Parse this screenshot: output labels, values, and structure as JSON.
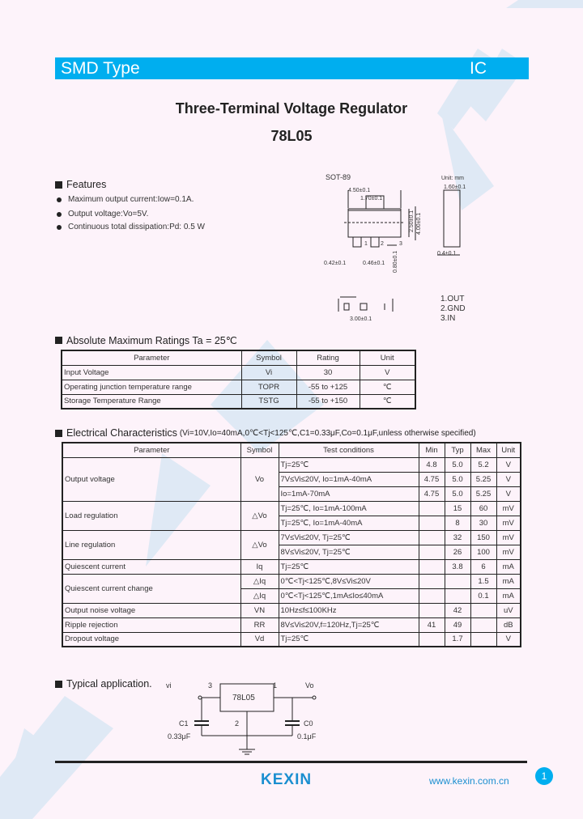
{
  "header": {
    "type_label": "SMD Type",
    "category": "IC",
    "accent": "#00aeef"
  },
  "title": "Three-Terminal Voltage Regulator",
  "part": "78L05",
  "features": {
    "heading": "Features",
    "items": [
      "Maximum output current:Iow=0.1A.",
      "Output voltage:Vo=5V.",
      "Continuous total dissipation:Pd: 0.5 W"
    ]
  },
  "package": {
    "name": "SOT-89",
    "unit": "Unit: mm",
    "dims": [
      "4.50±0.1",
      "1.70±0.1",
      "2.50±0.1",
      "4.00±0.1",
      "1.60±0.1",
      "0.42±0.1",
      "0.46±0.1",
      "0.80±0.1",
      "0.4±0.1",
      "3.00±0.1"
    ],
    "pin_nums": [
      "1",
      "2",
      "3"
    ],
    "pins": [
      "1.OUT",
      "2.GND",
      "3.IN"
    ]
  },
  "abs_max": {
    "heading": "Absolute Maximum Ratings Ta = 25℃",
    "headers": [
      "Parameter",
      "Symbol",
      "Rating",
      "Unit"
    ],
    "rows": [
      [
        "Input Voltage",
        "Vi",
        "30",
        "V"
      ],
      [
        "Operating junction temperature range",
        "TOPR",
        "-55 to +125",
        "℃"
      ],
      [
        "Storage Temperature Range",
        "TSTG",
        "-55 to +150",
        "℃"
      ]
    ]
  },
  "elec": {
    "heading": "Electrical Characteristics",
    "conditions": "(Vi=10V,Io=40mA,0℃<Tj<125℃,C1=0.33μF,Co=0.1μF,unless otherwise specified)",
    "headers": [
      "Parameter",
      "Symbol",
      "Test conditions",
      "Min",
      "Typ",
      "Max",
      "Unit"
    ],
    "groups": [
      {
        "param": "Output voltage",
        "symbol": "Vo",
        "rows": [
          [
            "Tj=25℃",
            "4.8",
            "5.0",
            "5.2",
            "V"
          ],
          [
            "7V≤Vi≤20V, Io=1mA-40mA",
            "4.75",
            "5.0",
            "5.25",
            "V"
          ],
          [
            "Io=1mA-70mA",
            "4.75",
            "5.0",
            "5.25",
            "V"
          ]
        ]
      },
      {
        "param": "Load regulation",
        "symbol": "△Vo",
        "rows": [
          [
            "Tj=25℃, Io=1mA-100mA",
            "",
            "15",
            "60",
            "mV"
          ],
          [
            "Tj=25℃, Io=1mA-40mA",
            "",
            "8",
            "30",
            "mV"
          ]
        ]
      },
      {
        "param": "Line regulation",
        "symbol": "△Vo",
        "rows": [
          [
            "7V≤Vi≤20V, Tj=25℃",
            "",
            "32",
            "150",
            "mV"
          ],
          [
            "8V≤Vi≤20V, Tj=25℃",
            "",
            "26",
            "100",
            "mV"
          ]
        ]
      },
      {
        "param": "Quiescent current",
        "symbol": "Iq",
        "rows": [
          [
            "Tj=25℃",
            "",
            "3.8",
            "6",
            "mA"
          ]
        ]
      },
      {
        "param": "Quiescent current change",
        "symbols": [
          "△Iq",
          "△Iq"
        ],
        "rows": [
          [
            "0℃<Tj<125℃,8V≤Vi≤20V",
            "",
            "",
            "1.5",
            "mA"
          ],
          [
            "0℃<Tj<125℃,1mA≤Io≤40mA",
            "",
            "",
            "0.1",
            "mA"
          ]
        ]
      },
      {
        "param": "Output noise voltage",
        "symbol": "VN",
        "rows": [
          [
            "10Hz≤f≤100KHz",
            "",
            "42",
            "",
            "uV"
          ]
        ]
      },
      {
        "param": "Ripple rejection",
        "symbol": "RR",
        "rows": [
          [
            "8V≤Vi≤20V,f=120Hz,Tj=25℃",
            "41",
            "49",
            "",
            "dB"
          ]
        ]
      },
      {
        "param": "Dropout voltage",
        "symbol": "Vd",
        "rows": [
          [
            "Tj=25℃",
            "",
            "1.7",
            "",
            "V"
          ]
        ]
      }
    ]
  },
  "application": {
    "heading": "Typical application.",
    "vi": "vi",
    "vo": "Vo",
    "ic": "78L05",
    "pin_in": "3",
    "pin_out": "1",
    "pin_gnd": "2",
    "c1": "C1",
    "c1_val": "0.33μF",
    "c0": "C0",
    "c0_val": "0.1μF"
  },
  "footer": {
    "logo": "KEXIN",
    "url": "www.kexin.com.cn",
    "page": "1"
  }
}
